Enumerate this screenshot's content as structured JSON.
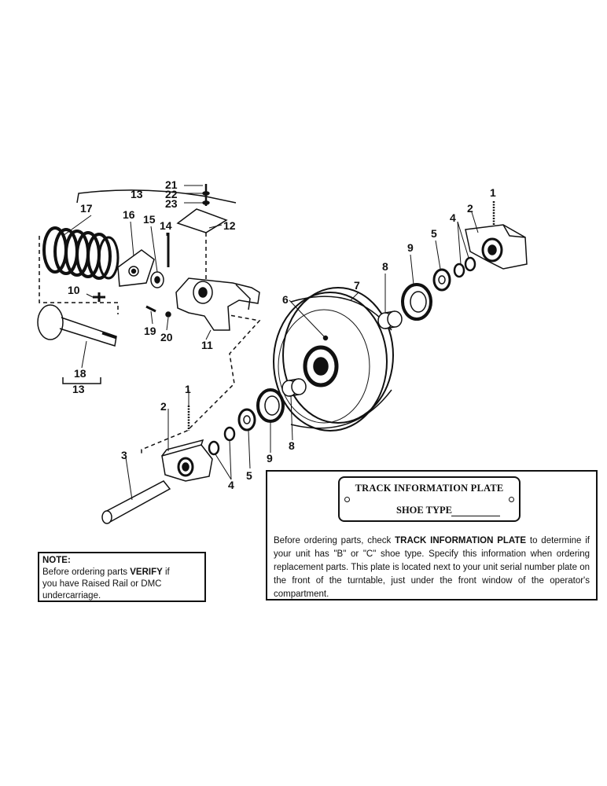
{
  "callouts": {
    "c1a": "1",
    "c1b": "1",
    "c2a": "2",
    "c2b": "2",
    "c3": "3",
    "c4a": "4",
    "c4b": "4",
    "c5a": "5",
    "c5b": "5",
    "c6": "6",
    "c7": "7",
    "c8a": "8",
    "c8b": "8",
    "c9a": "9",
    "c9b": "9",
    "c10": "10",
    "c11": "11",
    "c12": "12",
    "c13a": "13",
    "c13b": "13",
    "c14": "14",
    "c15": "15",
    "c16": "16",
    "c17": "17",
    "c18": "18",
    "c19": "19",
    "c20": "20",
    "c21": "21",
    "c22": "22",
    "c23": "23"
  },
  "note": {
    "title": "NOTE:",
    "line1_pre": "Before ordering parts ",
    "line1_bold": "VERIFY",
    "line1_post": " if",
    "line2": "you have Raised Rail or DMC",
    "line3": "undercarriage."
  },
  "info_plate": {
    "title": "TRACK INFORMATION PLATE",
    "shoe_type": "SHOE TYPE",
    "text_pre": "Before ordering parts, check ",
    "text_bold": "TRACK INFORMATION PLATE",
    "text_post": " to determine if your unit has \"B\" or \"C\" shoe type. Specify this information when ordering replacement parts. This plate is located next to your unit serial number plate on the front of the turntable, just under the front window of the operator's compartment."
  }
}
